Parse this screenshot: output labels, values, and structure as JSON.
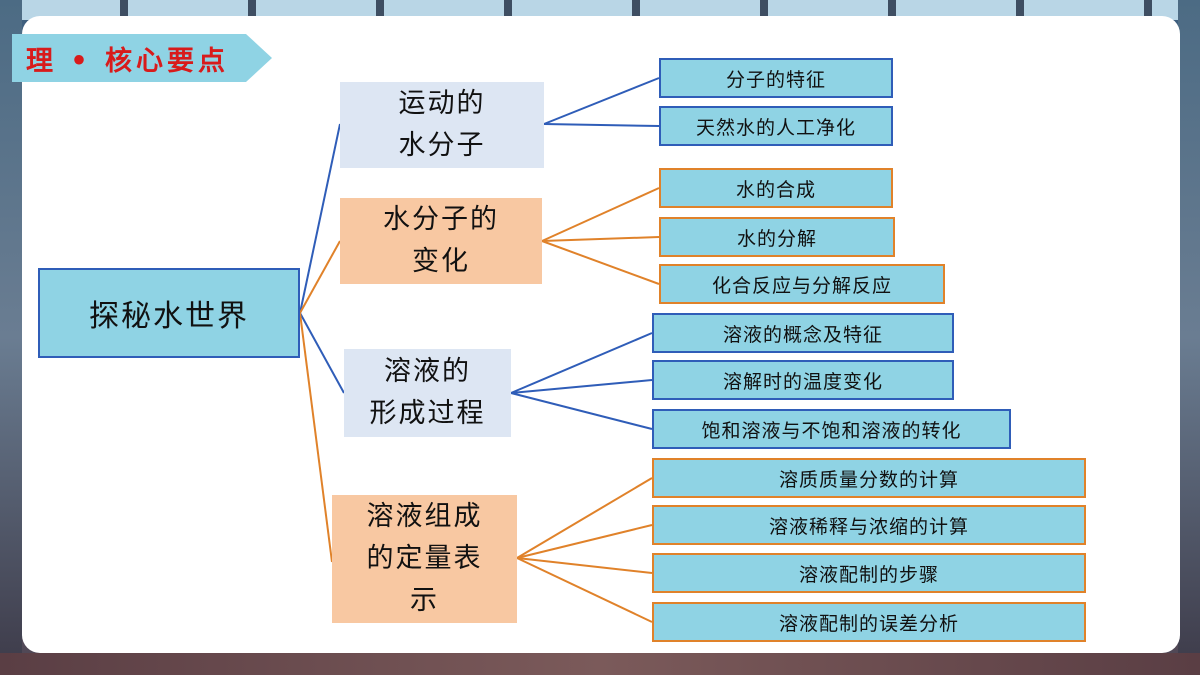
{
  "title_tag": "理 • 核心要点",
  "root": "探秘水世界",
  "branches": [
    {
      "label_lines": [
        "运动的",
        "水分子"
      ],
      "color": "#2f5db8",
      "children": [
        "分子的特征",
        "天然水的人工净化"
      ]
    },
    {
      "label_lines": [
        "水分子的",
        "变化"
      ],
      "color": "#e0822a",
      "children": [
        "水的合成",
        "水的分解",
        "化合反应与分解反应"
      ]
    },
    {
      "label_lines": [
        "溶液的",
        "形成过程"
      ],
      "color": "#2f5db8",
      "children": [
        "溶液的概念及特征",
        "溶解时的温度变化",
        "饱和溶液与不饱和溶液的转化"
      ]
    },
    {
      "label_lines": [
        "溶液组成",
        "的定量表",
        "示"
      ],
      "color": "#e0822a",
      "children": [
        "溶质质量分数的计算",
        "溶液稀释与浓缩的计算",
        "溶液配制的步骤",
        "溶液配制的误差分析"
      ]
    }
  ]
}
